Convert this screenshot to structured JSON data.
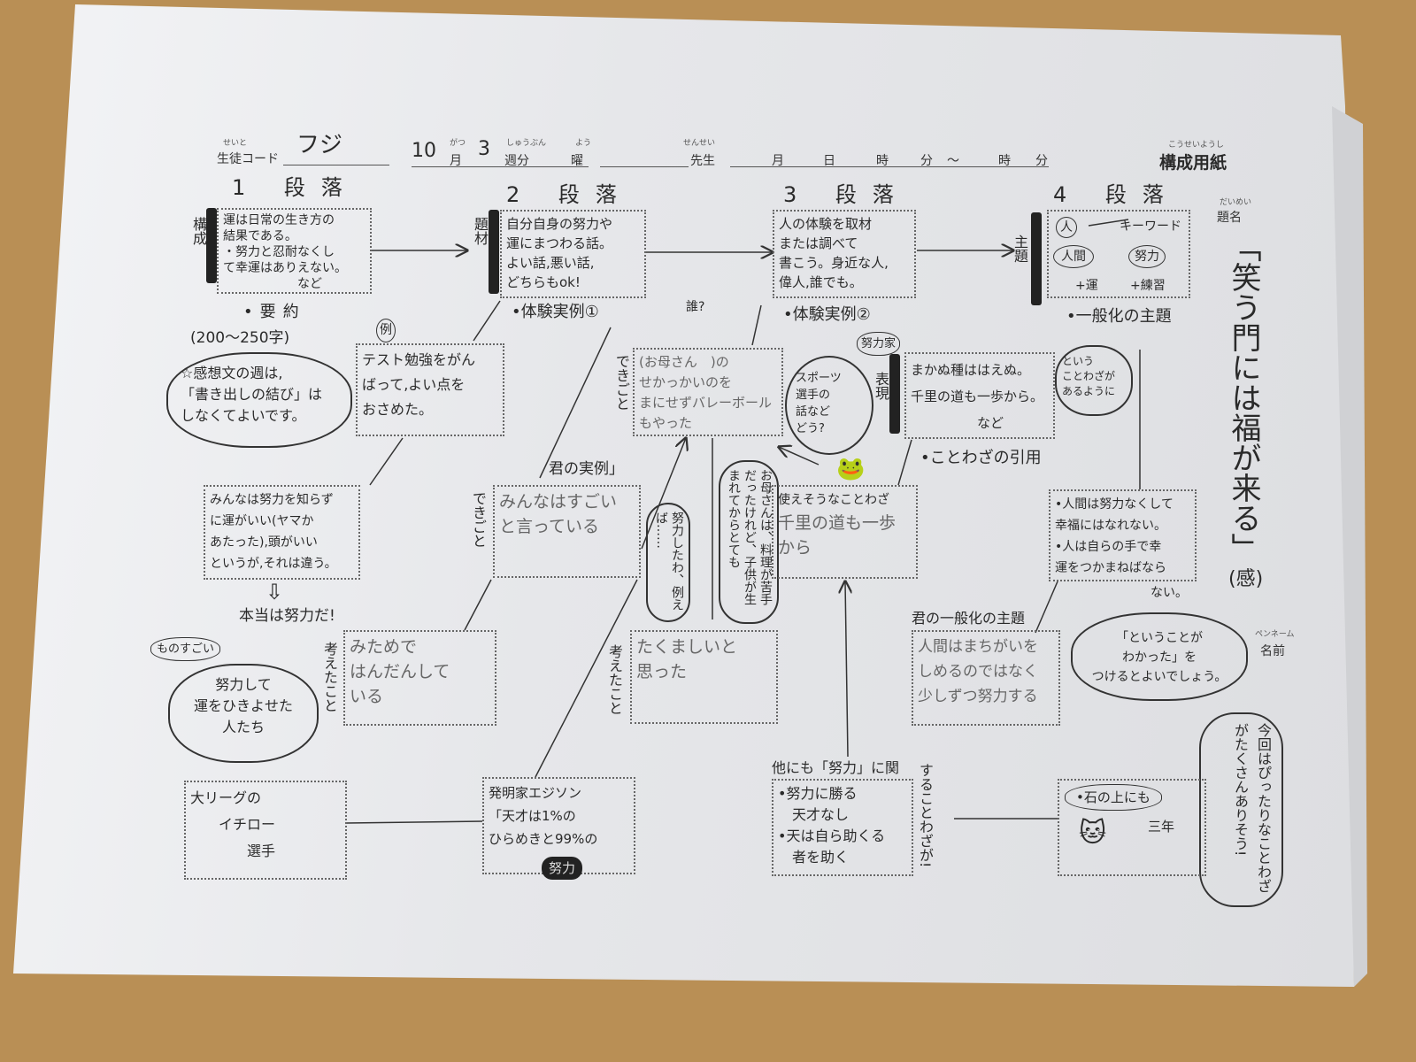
{
  "header": {
    "student_code_ruby": "せいと",
    "student_code_label": "生徒コード",
    "student_code_value": "フジ",
    "month_value": "10",
    "month_label": "月",
    "month_ruby": "がつ",
    "week_value": "3",
    "week_label": "週分",
    "week_ruby": "しゅうぶん",
    "day_label": "曜",
    "day_ruby": "よう",
    "teacher_label": "先生",
    "teacher_ruby": "せんせい",
    "t_month": "月",
    "t_day": "日",
    "t_hour1": "時",
    "t_min1": "分",
    "tilde": "〜",
    "t_hour2": "時",
    "t_min2": "分",
    "sheet_title": "構成用紙",
    "sheet_ruby": "こうせいようし"
  },
  "paragraphs": [
    {
      "heading": "1 段落",
      "side": "構成",
      "text": "運は日常の生き方の\n結果である。\n・努力と忍耐なくし\nて幸運はありえない。\n　　　　　　など"
    },
    {
      "heading": "2 段落",
      "side": "題材",
      "text": "自分自身の努力や\n運にまつわる話。\nよい話,悪い話,\nどちらもok!"
    },
    {
      "heading": "3 段落",
      "side": "表現",
      "text": "人の体験を取材\nまたは調べて\n書こう。身近な人,\n偉人,誰でも。"
    },
    {
      "heading": "4 段落",
      "side": "主題",
      "keyword": "キーワード",
      "person": "人",
      "words": [
        "人間",
        "努力",
        "+運",
        "+練習"
      ]
    }
  ],
  "title": {
    "label": "題名",
    "ruby": "だいめい",
    "text": "「笑う門には福が来る」",
    "suffix": "(感)"
  },
  "summary": {
    "label": "•要約",
    "range": "(200〜250字)",
    "note": "☆感想文の週は,\n「書き出しの結び」は\nしなくてよいです。"
  },
  "example": {
    "mark": "例",
    "text": "テスト勉強をがん\nばって,よい点を\nおさめた。"
  },
  "exp1": {
    "label": "•体験実例①",
    "who": "誰?",
    "event_label": "できごと",
    "text": "(お母さん　)の\nせかっかいのを\nまにせずバレーボール\nもやった"
  },
  "exp2": {
    "label": "•体験実例②",
    "tag": "努力家",
    "bubble": "スポーツ\n選手の\n話など\nどう?"
  },
  "proverb_box": {
    "text": "まかぬ種ははえぬ。\n千里の道も一歩から。\n　　　　　など",
    "label": "•ことわざの引用"
  },
  "general": {
    "label": "•一般化の主題",
    "cloud": "という\nことわざが\nあるように"
  },
  "q1": {
    "text": "みんなは努力を知らず\nに運がいい(ヤマか\nあたった),頭がいい\nというが,それは違う。",
    "arrow": "⇩",
    "conclusion": "本当は努力だ!"
  },
  "your_example": {
    "label": "君の実例」",
    "event_label": "できごと",
    "text": "みんなはすごい\nと言っている"
  },
  "bubble_try": "努力したわ、例えば……",
  "bubble_mom": "お母さんは、料理が苦手だったけれど、子供が生まれてからとても",
  "usable": {
    "label": "使えそうなことわざ",
    "text": "千里の道も一歩から"
  },
  "human": {
    "text": "•人間は努力なくして\n幸福にはなれない。\n•人は自らの手で幸\n運をつかまねばなら",
    "tail": "ない。"
  },
  "great": {
    "tag": "ものすごい",
    "cloud": "努力して\n運をひきよせた\n人たち"
  },
  "thought1": {
    "label": "考えたこと",
    "text": "みためで\nはんだんして\nいる"
  },
  "thought2": {
    "label": "考えたこと",
    "text": "たくましいと\n思った"
  },
  "your_general": {
    "label": "君の一般化の主題",
    "text": "人間はまちがいを\nしめるのではなく\n少しずつ努力する"
  },
  "hint_cloud": "「ということが\nわかった」を\nつけるとよいでしょう。",
  "penname": {
    "ruby": "ペンネーム",
    "label": "名前"
  },
  "many_cloud": "今回はぴったりなことわざがたくさんありそう!",
  "ichiro": "大リーグの\n　　イチロー\n　　　　選手",
  "edison": {
    "text": "発明家エジソン\n「天才は1%の\nひらめきと99%の",
    "emph": "努力"
  },
  "others": {
    "label": "他にも「努力」に関",
    "vert": "することわざが!",
    "text": "•努力に勝る\n　天才なし\n•天は自ら助くる\n　者を助く"
  },
  "stone": {
    "text": "•石の上にも",
    "tail": "三年"
  }
}
